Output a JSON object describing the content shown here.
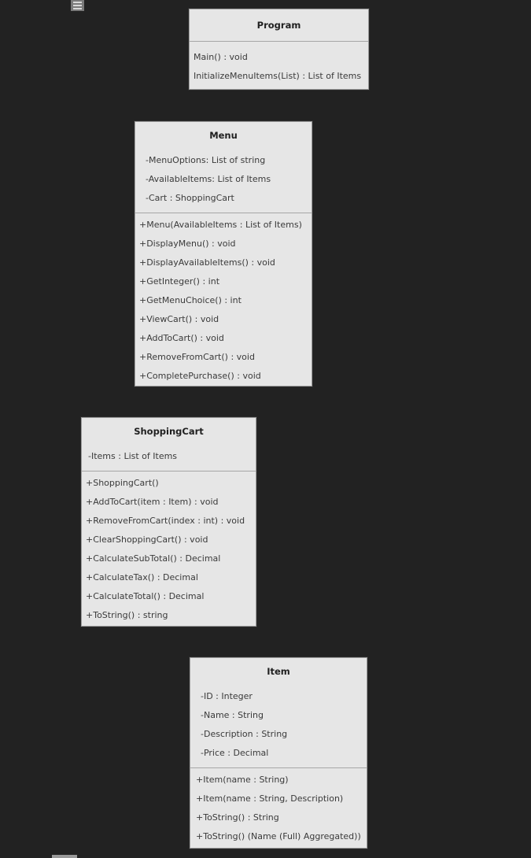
{
  "classes": {
    "program": {
      "name": "Program",
      "operations": [
        "Main() : void",
        "InitializeMenuItems(List) : List of Items"
      ]
    },
    "menu": {
      "name": "Menu",
      "attributes": [
        "-MenuOptions: List of string",
        "-AvailableItems: List of Items",
        "-Cart : ShoppingCart"
      ],
      "operations": [
        "+Menu(AvailableItems : List of Items)",
        "+DisplayMenu() : void",
        "+DisplayAvailableItems() : void",
        "+GetInteger() : int",
        "+GetMenuChoice() : int",
        "+ViewCart() : void",
        "+AddToCart() : void",
        "+RemoveFromCart() : void",
        "+CompletePurchase() : void"
      ]
    },
    "shopping_cart": {
      "name": "ShoppingCart",
      "attributes": [
        "-Items : List of Items"
      ],
      "operations": [
        "+ShoppingCart()",
        "+AddToCart(item : Item) : void",
        "+RemoveFromCart(index : int) : void",
        "+ClearShoppingCart() : void",
        "+CalculateSubTotal() : Decimal",
        "+CalculateTax() : Decimal",
        "+CalculateTotal() : Decimal",
        "+ToString() : string"
      ]
    },
    "item": {
      "name": "Item",
      "attributes": [
        "-ID : Integer",
        "-Name : String",
        "-Description : String",
        "-Price : Decimal"
      ],
      "operations": [
        "+Item(name : String)",
        "+Item(name : String, Description)",
        "+ToString() : String",
        "+ToString() (Name (Full) Aggregated))"
      ]
    }
  }
}
